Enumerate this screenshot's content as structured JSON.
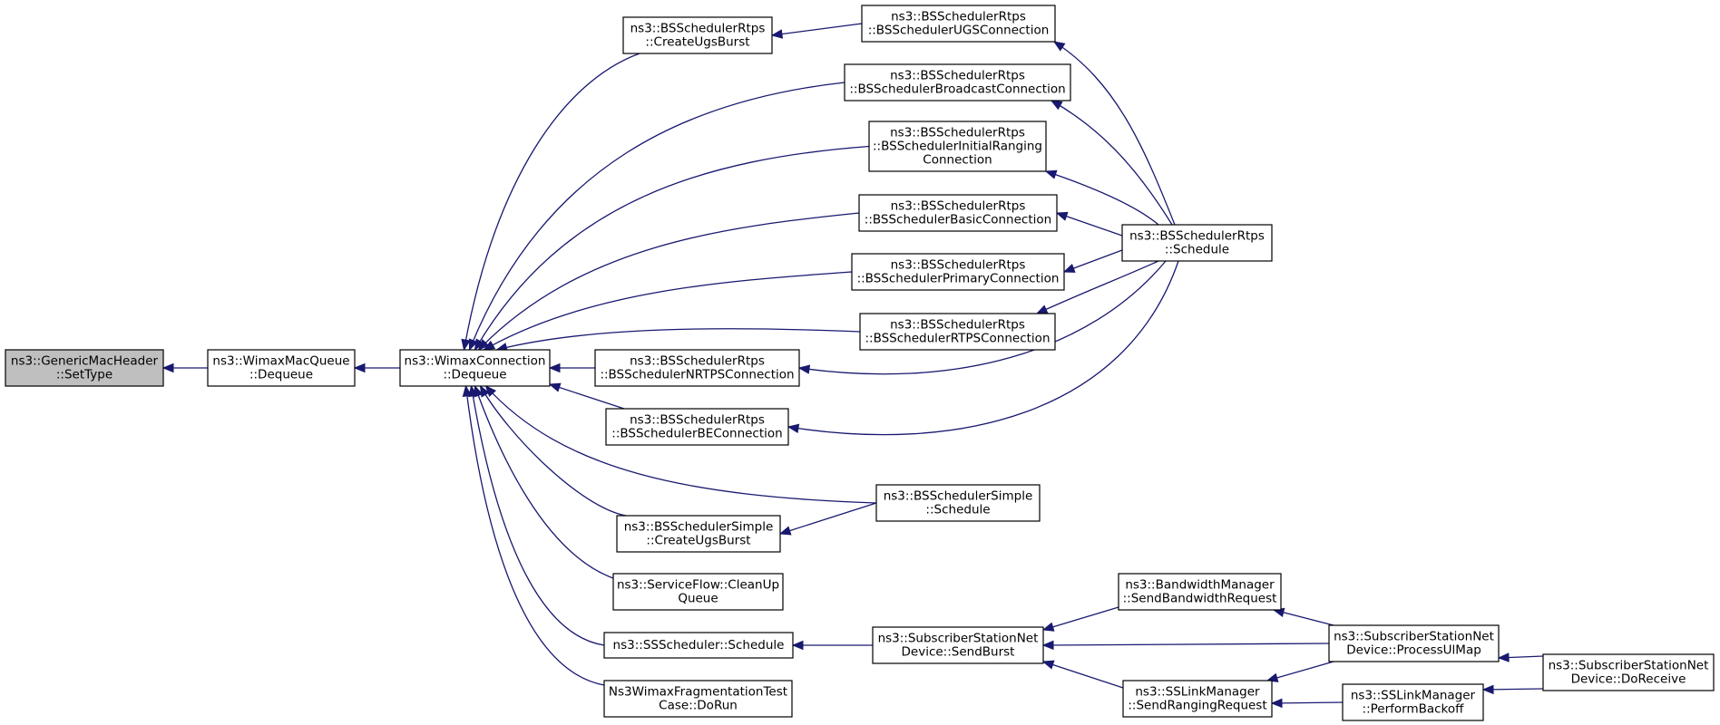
{
  "colors": {
    "edge": "#191970",
    "root_fill": "#bfbfbf",
    "node_fill": "#ffffff",
    "node_stroke": "#000000"
  },
  "nodes": [
    {
      "id": "generic_settype",
      "lines": [
        "ns3::GenericMacHeader",
        "::SetType"
      ],
      "root": true
    },
    {
      "id": "wmq_dequeue",
      "lines": [
        "ns3::WimaxMacQueue",
        "::Dequeue"
      ]
    },
    {
      "id": "wc_dequeue",
      "lines": [
        "ns3::WimaxConnection",
        "::Dequeue"
      ]
    },
    {
      "id": "rtps_createugs",
      "lines": [
        "ns3::BSSchedulerRtps",
        "::CreateUgsBurst"
      ]
    },
    {
      "id": "rtps_ugsconn",
      "lines": [
        "ns3::BSSchedulerRtps",
        "::BSSchedulerUGSConnection"
      ]
    },
    {
      "id": "rtps_broadcast",
      "lines": [
        "ns3::BSSchedulerRtps",
        "::BSSchedulerBroadcastConnection"
      ]
    },
    {
      "id": "rtps_initial",
      "lines": [
        "ns3::BSSchedulerRtps",
        "::BSSchedulerInitialRanging",
        "Connection"
      ]
    },
    {
      "id": "rtps_basic",
      "lines": [
        "ns3::BSSchedulerRtps",
        "::BSSchedulerBasicConnection"
      ]
    },
    {
      "id": "rtps_primary",
      "lines": [
        "ns3::BSSchedulerRtps",
        "::BSSchedulerPrimaryConnection"
      ]
    },
    {
      "id": "rtps_rtpsconn",
      "lines": [
        "ns3::BSSchedulerRtps",
        "::BSSchedulerRTPSConnection"
      ]
    },
    {
      "id": "rtps_nrtps",
      "lines": [
        "ns3::BSSchedulerRtps",
        "::BSSchedulerNRTPSConnection"
      ]
    },
    {
      "id": "rtps_be",
      "lines": [
        "ns3::BSSchedulerRtps",
        "::BSSchedulerBEConnection"
      ]
    },
    {
      "id": "rtps_schedule",
      "lines": [
        "ns3::BSSchedulerRtps",
        "::Schedule"
      ]
    },
    {
      "id": "simple_schedule",
      "lines": [
        "ns3::BSSchedulerSimple",
        "::Schedule"
      ]
    },
    {
      "id": "simple_createugs",
      "lines": [
        "ns3::BSSchedulerSimple",
        "::CreateUgsBurst"
      ]
    },
    {
      "id": "sf_cleanup",
      "lines": [
        "ns3::ServiceFlow::CleanUp",
        "Queue"
      ]
    },
    {
      "id": "ss_schedule",
      "lines": [
        "ns3::SSScheduler::Schedule"
      ]
    },
    {
      "id": "ssnd_sendburst",
      "lines": [
        "ns3::SubscriberStationNet",
        "Device::SendBurst"
      ]
    },
    {
      "id": "frag_dorun",
      "lines": [
        "Ns3WimaxFragmentationTest",
        "Case::DoRun"
      ]
    },
    {
      "id": "bwm_sendbw",
      "lines": [
        "ns3::BandwidthManager",
        "::SendBandwidthRequest"
      ]
    },
    {
      "id": "sslm_sendranging",
      "lines": [
        "ns3::SSLinkManager",
        "::SendRangingRequest"
      ]
    },
    {
      "id": "ssnd_processul",
      "lines": [
        "ns3::SubscriberStationNet",
        "Device::ProcessUlMap"
      ]
    },
    {
      "id": "sslm_backoff",
      "lines": [
        "ns3::SSLinkManager",
        "::PerformBackoff"
      ]
    },
    {
      "id": "ssnd_doreceive",
      "lines": [
        "ns3::SubscriberStationNet",
        "Device::DoReceive"
      ]
    }
  ],
  "edges": [
    {
      "from": "wmq_dequeue",
      "to": "generic_settype"
    },
    {
      "from": "wc_dequeue",
      "to": "wmq_dequeue"
    },
    {
      "from": "rtps_createugs",
      "to": "wc_dequeue"
    },
    {
      "from": "rtps_broadcast",
      "to": "wc_dequeue"
    },
    {
      "from": "rtps_initial",
      "to": "wc_dequeue"
    },
    {
      "from": "rtps_basic",
      "to": "wc_dequeue"
    },
    {
      "from": "rtps_primary",
      "to": "wc_dequeue"
    },
    {
      "from": "rtps_rtpsconn",
      "to": "wc_dequeue"
    },
    {
      "from": "rtps_nrtps",
      "to": "wc_dequeue"
    },
    {
      "from": "rtps_be",
      "to": "wc_dequeue"
    },
    {
      "from": "simple_schedule",
      "to": "wc_dequeue"
    },
    {
      "from": "simple_createugs",
      "to": "wc_dequeue"
    },
    {
      "from": "sf_cleanup",
      "to": "wc_dequeue"
    },
    {
      "from": "ss_schedule",
      "to": "wc_dequeue"
    },
    {
      "from": "frag_dorun",
      "to": "wc_dequeue"
    },
    {
      "from": "rtps_ugsconn",
      "to": "rtps_createugs"
    },
    {
      "from": "rtps_schedule",
      "to": "rtps_ugsconn"
    },
    {
      "from": "rtps_schedule",
      "to": "rtps_broadcast"
    },
    {
      "from": "rtps_schedule",
      "to": "rtps_initial"
    },
    {
      "from": "rtps_schedule",
      "to": "rtps_basic"
    },
    {
      "from": "rtps_schedule",
      "to": "rtps_primary"
    },
    {
      "from": "rtps_schedule",
      "to": "rtps_rtpsconn"
    },
    {
      "from": "rtps_schedule",
      "to": "rtps_nrtps"
    },
    {
      "from": "rtps_schedule",
      "to": "rtps_be"
    },
    {
      "from": "simple_schedule",
      "to": "simple_createugs"
    },
    {
      "from": "ssnd_sendburst",
      "to": "ss_schedule"
    },
    {
      "from": "bwm_sendbw",
      "to": "ssnd_sendburst"
    },
    {
      "from": "ssnd_processul",
      "to": "ssnd_sendburst"
    },
    {
      "from": "sslm_sendranging",
      "to": "ssnd_sendburst"
    },
    {
      "from": "ssnd_processul",
      "to": "bwm_sendbw"
    },
    {
      "from": "ssnd_processul",
      "to": "sslm_sendranging"
    },
    {
      "from": "sslm_backoff",
      "to": "sslm_sendranging"
    },
    {
      "from": "ssnd_doreceive",
      "to": "ssnd_processul"
    },
    {
      "from": "ssnd_doreceive",
      "to": "sslm_backoff"
    }
  ]
}
